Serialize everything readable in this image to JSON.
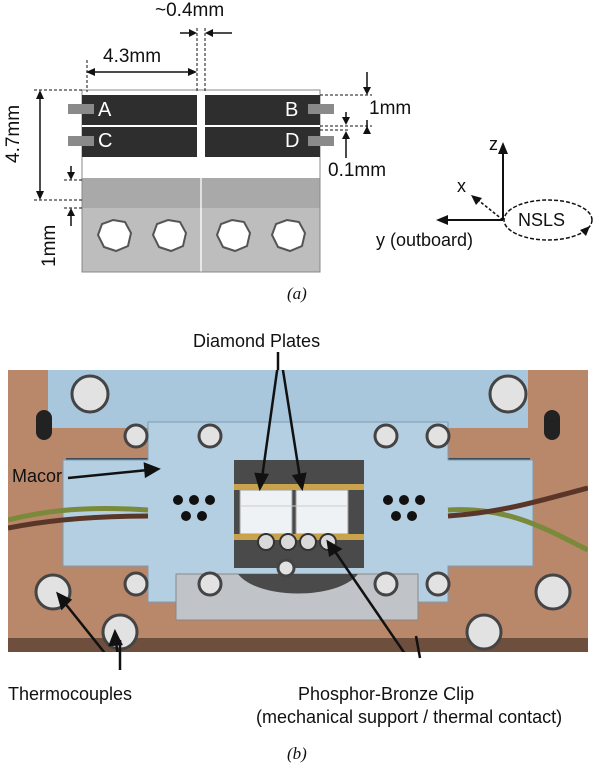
{
  "panel_a": {
    "dims": {
      "gap": "~0.4mm",
      "width": "4.3mm",
      "height": "4.7mm",
      "strip": "1mm",
      "spacing": "0.1mm",
      "bottom": "1mm"
    },
    "detectors": [
      "A",
      "B",
      "C",
      "D"
    ],
    "axes": {
      "z": "z",
      "x": "x",
      "y": "y (outboard)",
      "ring": "NSLS"
    },
    "caption": "(a)"
  },
  "panel_b": {
    "labels": {
      "diamond_plates": "Diamond Plates",
      "macor": "Macor",
      "thermocouples": "Thermocouples",
      "clip_line1": "Phosphor-Bronze Clip",
      "clip_line2": "(mechanical support / thermal contact)"
    },
    "caption": "(b)"
  },
  "colors": {
    "detector_dark": "#2e2e2e",
    "window_gray": "#a9a9a9",
    "base_gray": "#bdbdbd",
    "macor_blue": "#a8c6dc",
    "copper": "#b9876a"
  }
}
